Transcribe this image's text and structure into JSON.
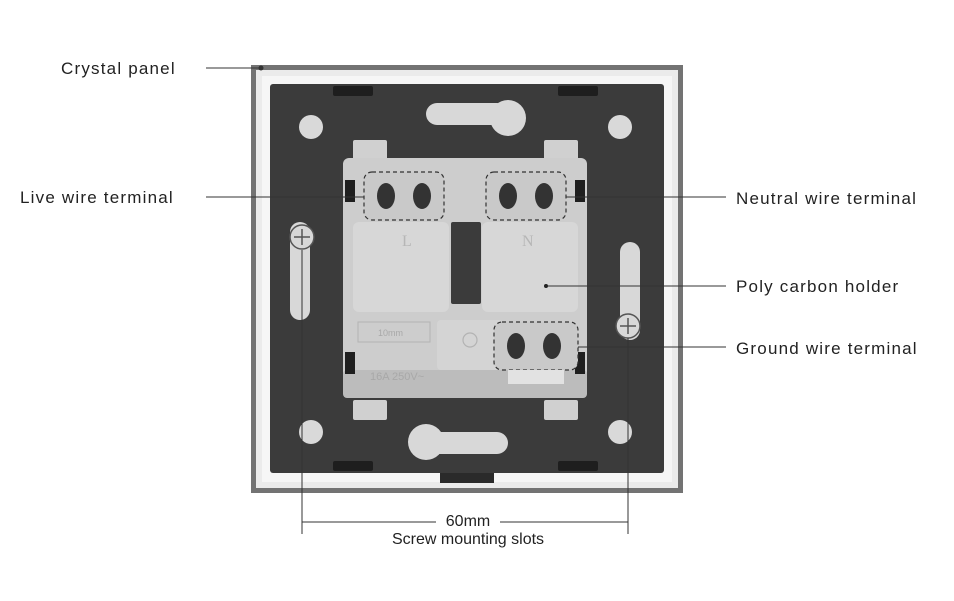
{
  "labels": {
    "crystal_panel": "Crystal panel",
    "live_wire": "Live wire terminal",
    "neutral_wire": "Neutral wire terminal",
    "poly_carbon": "Poly carbon holder",
    "ground_wire": "Ground wire terminal"
  },
  "dimension": {
    "value": "60mm",
    "caption": "Screw mounting slots"
  },
  "module_marks": {
    "live": "L",
    "neutral": "N",
    "strip_length": "10mm",
    "rating": "16A 250V~"
  },
  "colors": {
    "frame": "#737373",
    "inner_frame": "#e9e9e9",
    "plate": "#3b3b3b",
    "module": "#cdcdcd",
    "slot": "#d8d8d8",
    "leader_line": "#333333"
  }
}
